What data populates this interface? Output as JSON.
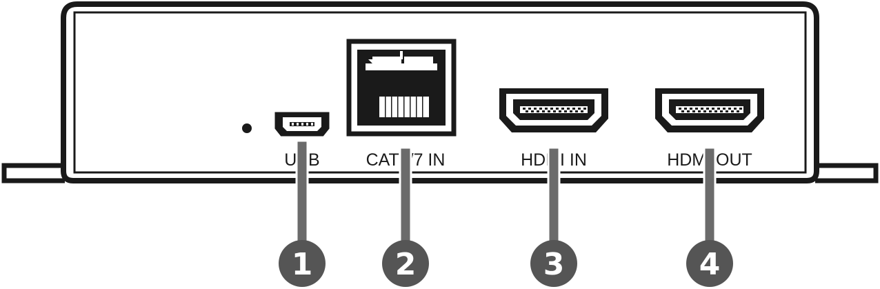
{
  "diagram": {
    "ports": [
      {
        "label": "USB"
      },
      {
        "label": "CAT6/7 IN"
      },
      {
        "label": "HDMI IN"
      },
      {
        "label": "HDMI OUT"
      }
    ],
    "callouts": [
      "1",
      "2",
      "3",
      "4"
    ],
    "colors": {
      "outline": "#1a1a1a",
      "callout_fill": "#555555",
      "leader_line": "#6b6b6b",
      "background": "#ffffff"
    }
  }
}
